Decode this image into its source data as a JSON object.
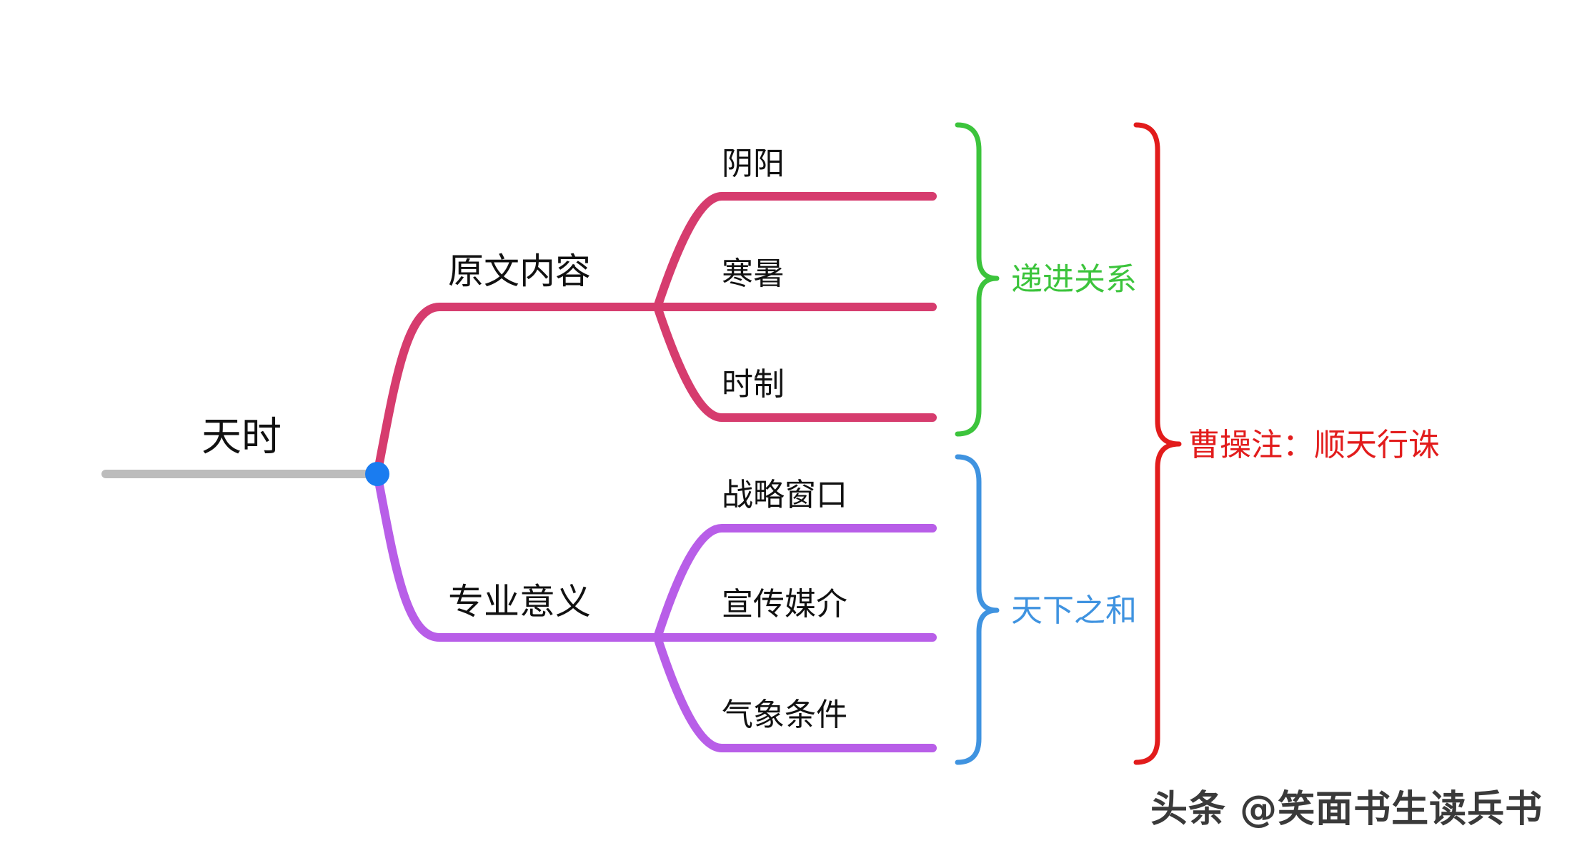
{
  "root": {
    "label": "天时"
  },
  "branches": [
    {
      "label": "原文内容",
      "color": "#d63c6e",
      "leaves": [
        "阴阳",
        "寒暑",
        "时制"
      ]
    },
    {
      "label": "专业意义",
      "color": "#b85ee8",
      "leaves": [
        "战略窗口",
        "宣传媒介",
        "气象条件"
      ]
    }
  ],
  "group_notes": [
    {
      "label": "递进关系",
      "color": "#3cc43c"
    },
    {
      "label": "天下之和",
      "color": "#3f93e0"
    }
  ],
  "overall_note": {
    "label": "曹操注：顺天行诛",
    "color": "#e21c1c"
  },
  "colors": {
    "root_line": "#bcbcbc",
    "node_dot": "#1a7cf0"
  },
  "watermark": "头条 @笑面书生读兵书"
}
